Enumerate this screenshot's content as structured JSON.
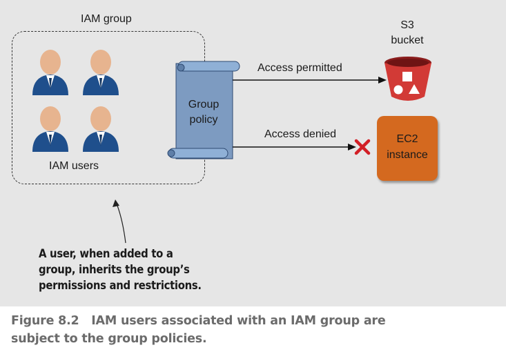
{
  "group_title": "IAM group",
  "users_label": "IAM users",
  "policy": {
    "line1": "Group",
    "line2": "policy"
  },
  "arrows": {
    "permitted": "Access permitted",
    "denied": "Access denied"
  },
  "s3": {
    "line1": "S3",
    "line2": "bucket"
  },
  "ec2": {
    "line1": "EC2",
    "line2": "instance"
  },
  "callout": {
    "line1": "A user, when added to a",
    "line2": "group, inherits the group’s",
    "line3": "permissions and restrictions."
  },
  "caption": {
    "line1": "Figure 8.2   IAM users associated with an IAM group are",
    "line2": "subject to the group policies."
  },
  "colors": {
    "panel": "#e6e6e6",
    "user_head": "#e7b48f",
    "user_suit": "#1f4f8c",
    "policy_scroll": "#7d9bc1",
    "s3_bucket": "#d23a36",
    "ec2_box": "#d4691f",
    "deny_mark": "#d21f26",
    "caption": "#6b6b6b"
  },
  "icons": [
    "user-icon",
    "scroll-icon",
    "bucket-icon",
    "server-icon",
    "deny-x-icon"
  ]
}
